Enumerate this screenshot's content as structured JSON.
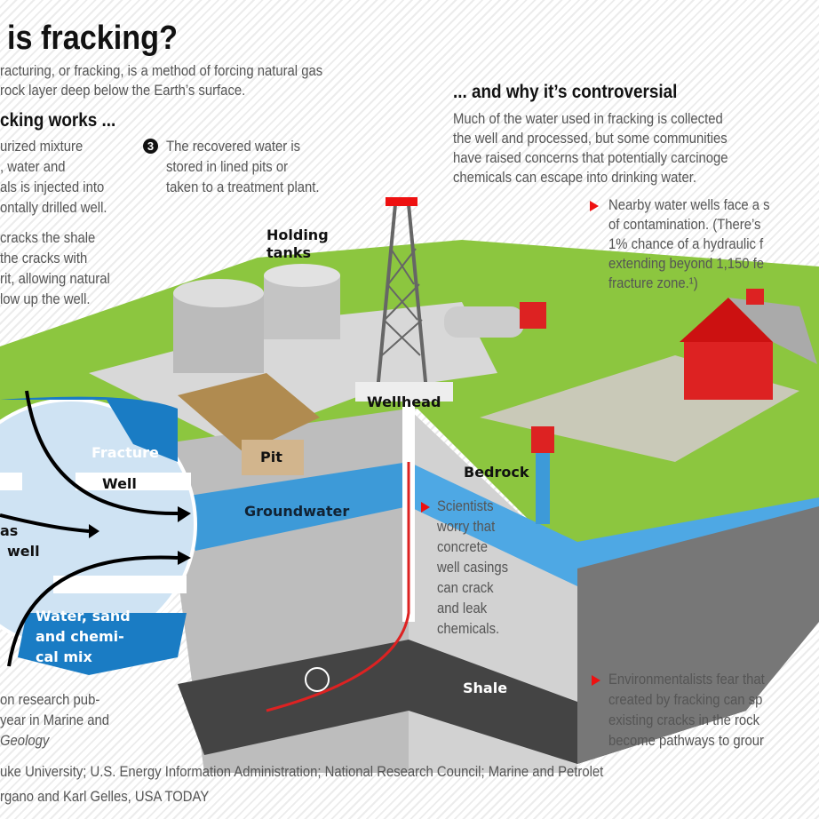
{
  "header": {
    "title": "is fracking?",
    "intro": [
      "racturing, or fracking, is a method of forcing natural gas",
      "rock layer deep below the Earth’s surface."
    ]
  },
  "how": {
    "heading": "cking works ...",
    "step1": [
      "urized mixture",
      ", water and",
      "als is injected into",
      "ontally drilled well."
    ],
    "step2": [
      "cracks the shale",
      "the cracks with",
      "rit, allowing natural",
      "low up the well."
    ],
    "step3_number": "3",
    "step3": [
      "The recovered water is",
      "stored in lined pits or",
      "taken to a treatment plant."
    ]
  },
  "why": {
    "heading": "... and why it’s controversial",
    "para": [
      "Much of the water used in fracking is collected",
      "the well and processed, but some communities",
      "have raised concerns that potentially carcinoge",
      "chemicals can escape into drinking water."
    ],
    "bullet1": [
      "Nearby water wells face a s",
      "of contamination. (There’s",
      "1% chance of a hydraulic f",
      "extending beyond 1,150 fe",
      "fracture zone.¹)"
    ],
    "bullet2": [
      "Scientists",
      "worry that",
      "concrete",
      "well casings",
      "can crack",
      "and leak",
      "chemicals."
    ],
    "bullet3": [
      "Environmentalists fear that",
      "created by fracking can sp",
      "existing cracks in the rock",
      "become pathways to grour"
    ]
  },
  "labels": {
    "holding_tanks": [
      "Holding",
      "tanks"
    ],
    "wellhead": "Wellhead",
    "pit": "Pit",
    "bedrock": "Bedrock",
    "groundwater": "Groundwater",
    "shale": "Shale"
  },
  "inset": {
    "fracture": "Fracture",
    "well": "Well",
    "gas": [
      "as",
      "well"
    ],
    "mix": [
      "Water, sand",
      "and chemi-",
      "cal mix"
    ]
  },
  "footnote": [
    "on research pub-",
    "year in Marine and",
    "Geology"
  ],
  "footer": {
    "sources": "uke University; U.S. Energy Information Administration; National Research Council; Marine and Petrolet",
    "credit": "rgano and Karl Gelles, USA TODAY"
  },
  "colors": {
    "accent": "#e11",
    "water": "#1a7cc4",
    "grass": "#8cc63f",
    "shale": "#444444"
  }
}
